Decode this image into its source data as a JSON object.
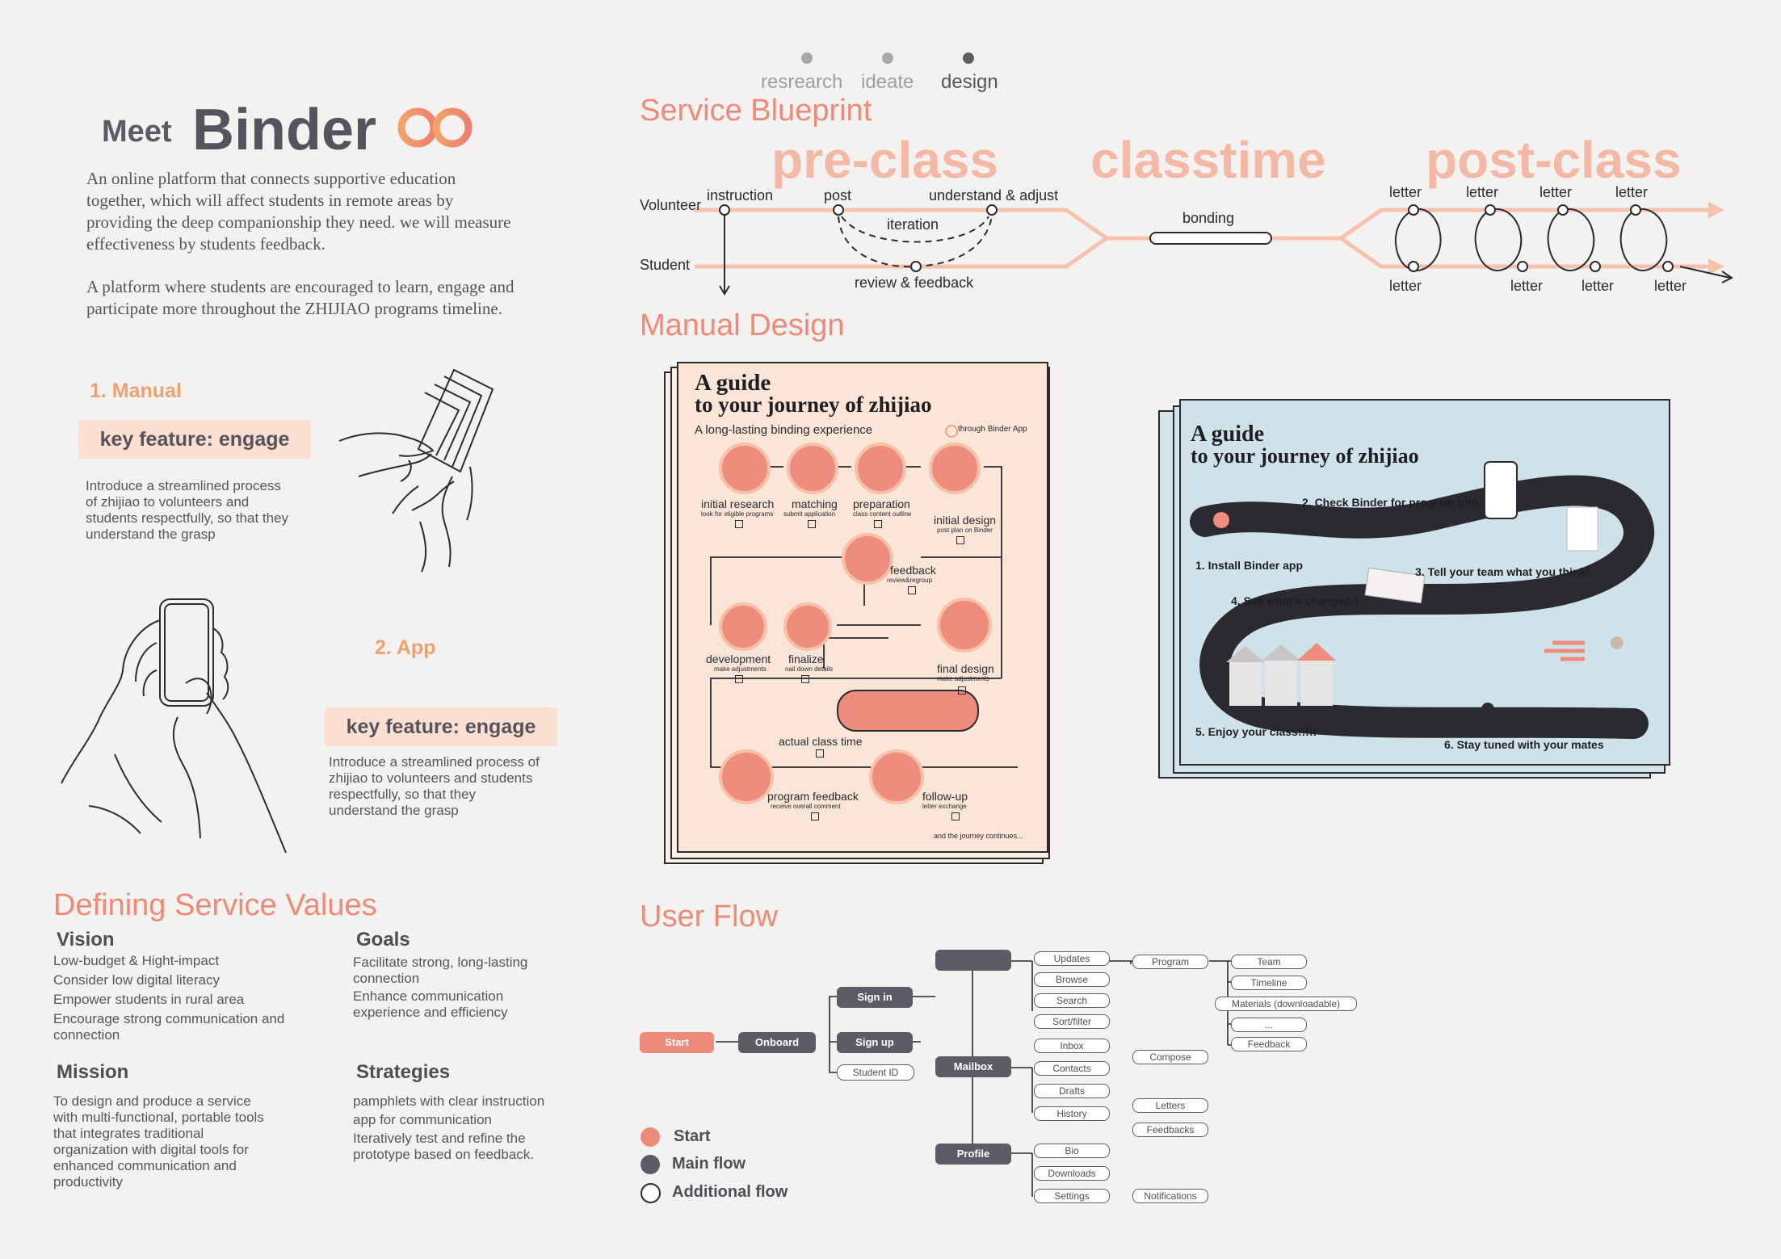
{
  "steps": [
    {
      "label": "resrearch",
      "active": false
    },
    {
      "label": "ideate",
      "active": false
    },
    {
      "label": "design",
      "active": true
    }
  ],
  "intro": {
    "meet": "Meet",
    "brand": "Binder",
    "logo_icon": "infinity-icon",
    "para1": "An online platform that connects supportive education together, which will affect students in remote areas by providing the deep companionship they need. we will measure effectiveness by students feedback.",
    "para2": "A platform where students are encouraged to learn, engage and participate more throughout the ZHIJIAO programs timeline."
  },
  "features": {
    "manual": {
      "heading": "1. Manual",
      "pill": "key feature: engage",
      "text": "Introduce a streamlined process of zhijiao to volunteers and students respectfully, so that they understand the grasp",
      "illustration": "hands-holding-cards-icon"
    },
    "app": {
      "heading": "2. App",
      "pill": "key feature: engage",
      "text": "Introduce a streamlined process of zhijiao to volunteers and students respectfully, so that they understand the grasp",
      "illustration": "hands-holding-phone-icon"
    }
  },
  "values": {
    "title": "Defining Service Values",
    "vision": {
      "heading": "Vision",
      "items": [
        "Low-budget & Hight-impact",
        "Consider low digital literacy",
        "Empower students in rural area",
        "Encourage strong communication and connection"
      ]
    },
    "goals": {
      "heading": "Goals",
      "items": [
        "Facilitate strong, long-lasting connection",
        "Enhance communication experience and efficiency"
      ]
    },
    "mission": {
      "heading": "Mission",
      "text": "To design and produce a service with multi-functional, portable tools that integrates traditional organization with digital tools for enhanced communication and productivity"
    },
    "strategies": {
      "heading": "Strategies",
      "items": [
        "pamphlets with clear instruction",
        "app for communication",
        "Iteratively test and refine the prototype based on feedback."
      ]
    }
  },
  "blueprint": {
    "title": "Service Blueprint",
    "phases": [
      "pre-class",
      "classtime",
      "post-class"
    ],
    "lanes": {
      "volunteer": "Volunteer",
      "student": "Student"
    },
    "labels": {
      "instruction": "instruction",
      "post": "post",
      "understand": "understand & adjust",
      "iteration": "iteration",
      "review": "review & feedback",
      "bonding": "bonding",
      "letter": "letter"
    },
    "colors": {
      "lane": "#f6c2ae",
      "phase": "#f3b5a3",
      "line": "#2b2a30"
    }
  },
  "manual_design": {
    "title": "Manual Design",
    "booklet1": {
      "title1": "A guide",
      "title2": "to your journey of zhijiao",
      "subtitle": "A long-lasting binding experience",
      "legend": "through Binder App",
      "steps": [
        {
          "name": "initial research",
          "sub": "look for eligible programs"
        },
        {
          "name": "matching",
          "sub": "submit application"
        },
        {
          "name": "preparation",
          "sub": "class content outline"
        },
        {
          "name": "initial design",
          "sub": "post plan on Binder"
        },
        {
          "name": "feedback",
          "sub": "review&regroup"
        },
        {
          "name": "development",
          "sub": "make adjustments"
        },
        {
          "name": "finalize",
          "sub": "nail down details"
        },
        {
          "name": "final design",
          "sub": "make adjustments"
        },
        {
          "name": "actual class time",
          "sub": ""
        },
        {
          "name": "program feedback",
          "sub": "receive overall comment"
        },
        {
          "name": "follow-up",
          "sub": "letter exchange"
        }
      ],
      "footer": "and the journey continues..."
    },
    "booklet2": {
      "title1": "A guide",
      "title2": "to your journey of zhijiao",
      "steps": [
        "1. Install Binder app",
        "2. Check Binder for program info",
        "3. Tell your team what you think!",
        "4. See what's changed:)",
        "5. Enjoy your class!!!!!",
        "6. Stay tuned with your mates"
      ]
    }
  },
  "user_flow": {
    "title": "User Flow",
    "start": "Start",
    "onboard": "Onboard",
    "sign_in": "Sign in",
    "sign_up": "Sign up",
    "student_id": "Student ID",
    "mailbox": "Mailbox",
    "profile": "Profile",
    "menu1": [
      "Updates",
      "Browse",
      "Search",
      "Sort/filter"
    ],
    "menu2": [
      "Inbox",
      "Contacts",
      "Drafts",
      "History"
    ],
    "menu3": [
      "Bio",
      "Downloads",
      "Settings"
    ],
    "program": "Program",
    "compose": "Compose",
    "letters": "Letters",
    "feedbacks": "Feedbacks",
    "notifications": "Notifications",
    "program_items": [
      "Team",
      "Timeline",
      "Materials (downloadable)",
      "...",
      "Feedback"
    ],
    "legend": [
      "Start",
      "Main flow",
      "Additional flow"
    ],
    "colors": {
      "start": "#ee8a78",
      "main": "#5e5b64"
    }
  }
}
